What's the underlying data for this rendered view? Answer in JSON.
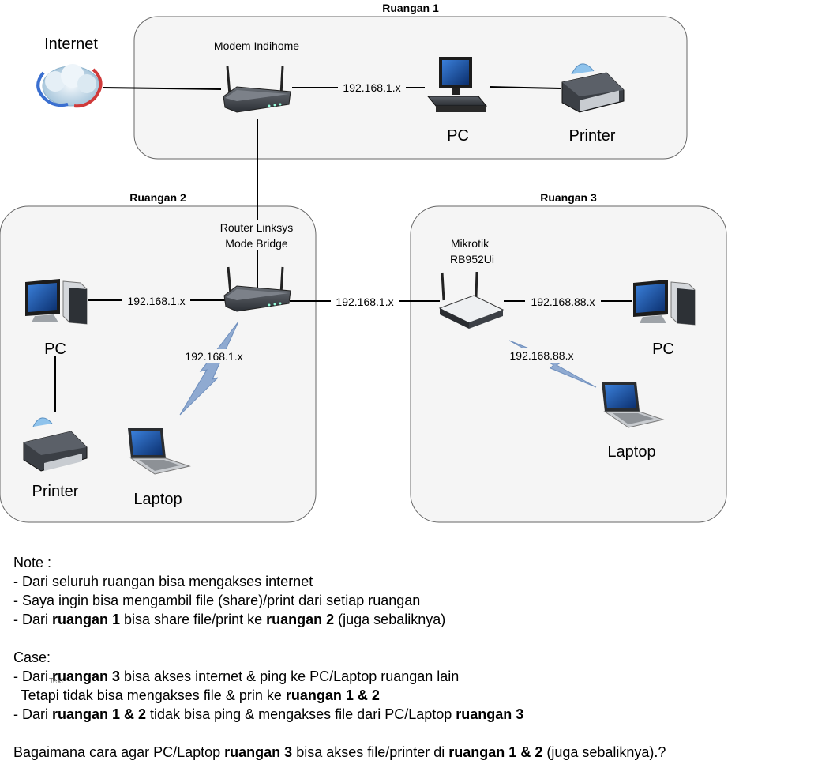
{
  "rooms": {
    "r1": {
      "title": "Ruangan 1"
    },
    "r2": {
      "title": "Ruangan 2"
    },
    "r3": {
      "title": "Ruangan 3"
    }
  },
  "devices": {
    "internet": "Internet",
    "modem": "Modem Indihome",
    "r1_pc": "PC",
    "r1_printer": "Printer",
    "router_l1": "Router Linksys",
    "router_l2": "Mode Bridge",
    "r2_pc": "PC",
    "r2_printer": "Printer",
    "r2_laptop": "Laptop",
    "mikrotik_l1": "Mikrotik",
    "mikrotik_l2": "RB952Ui",
    "r3_pc": "PC",
    "r3_laptop": "Laptop"
  },
  "links": {
    "modem_pc": "192.168.1.x",
    "router_pc": "192.168.1.x",
    "router_laptop": "192.168.1.x",
    "router_mikrotik": "192.168.1.x",
    "mikrotik_pc": "192.168.88.x",
    "mikrotik_laptop": "192.168.88.x"
  },
  "stray_label": "Text",
  "notes": {
    "note_title": "Note :",
    "n1": "- Dari seluruh ruangan bisa mengakses internet",
    "n2": "- Saya ingin bisa mengambil file (share)/print dari setiap ruangan",
    "n3": [
      {
        "t": "- Dari ",
        "b": false
      },
      {
        "t": "ruangan 1",
        "b": true
      },
      {
        "t": " bisa share file/print ke ",
        "b": false
      },
      {
        "t": "ruangan 2",
        "b": true
      },
      {
        "t": " (juga sebaliknya)",
        "b": false
      }
    ],
    "case_title": "Case:",
    "c1": [
      {
        "t": "- Dari ",
        "b": false
      },
      {
        "t": "ruangan 3",
        "b": true
      },
      {
        "t": " bisa akses internet & ping ke PC/Laptop ruangan lain",
        "b": false
      }
    ],
    "c2": [
      {
        "t": "  Tetapi tidak bisa mengakses file & prin ke ",
        "b": false
      },
      {
        "t": "ruangan 1 & 2",
        "b": true
      }
    ],
    "c3": [
      {
        "t": "- Dari ",
        "b": false
      },
      {
        "t": "ruangan 1 & 2",
        "b": true
      },
      {
        "t": " tidak bisa ping & mengakses file dari PC/Laptop ",
        "b": false
      },
      {
        "t": "ruangan 3",
        "b": true
      }
    ],
    "q": [
      {
        "t": "Bagaimana cara agar PC/Laptop ",
        "b": false
      },
      {
        "t": "ruangan 3",
        "b": true
      },
      {
        "t": " bisa akses file/printer di ",
        "b": false
      },
      {
        "t": "ruangan 1 & 2",
        "b": true
      },
      {
        "t": " (juga sebaliknya).?",
        "b": false
      }
    ]
  }
}
